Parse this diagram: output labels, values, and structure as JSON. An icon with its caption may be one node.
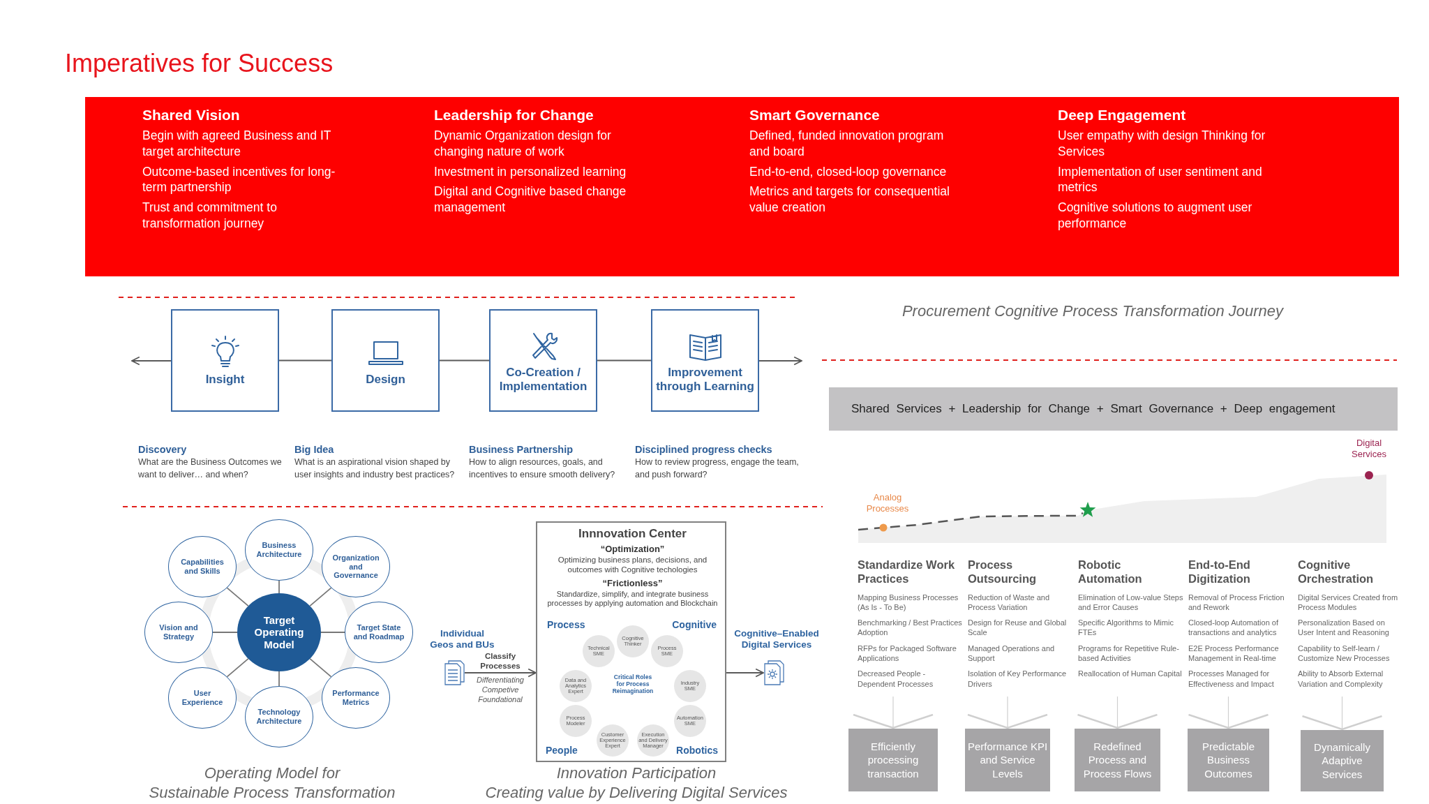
{
  "diagram": {
    "title": "Imperatives for Success",
    "nodes": [
      {
        "text": [
          "Shared Vision",
          "Begin with agreed Business and IT target architecture",
          "Outcome-based incentives for long-term partnership",
          "Trust and commitment to transformation journey",
          "Leadership for Change",
          "Dynamic Organization design for changing nature of work",
          "Investment in personalized learning",
          "Digital and Cognitive based change management",
          "Smart Governance",
          "Defined, funded innovation program and board",
          "End-to-end, closed-loop governance",
          "Metrics and targets for consequential value creation",
          "Deep Engagement",
          "User empathy with design Thinking for Services",
          "Implementation of user sentiment and metrics",
          "Cognitive solutions to augment user performance"
        ]
      },
      {
        "text": [
          "Insight"
        ],
        "beside": [
          "Discovery",
          "What are the Business Outcomes we want to deliver… and when?"
        ]
      },
      {
        "text": [
          "Design"
        ],
        "beside": [
          "Big Idea",
          "What is an aspirational vision shaped by user insights and industry best practices?"
        ]
      },
      {
        "text": [
          "Co-Creation / Implementation"
        ],
        "beside": [
          "Business Partnership",
          "How to align resources, goals, and incentives to ensure smooth delivery?"
        ]
      },
      {
        "text": [
          "Improvement through Learning"
        ],
        "beside": [
          "Disciplined progress checks",
          "How to review progress, engage the team, and push forward?"
        ]
      },
      {
        "text": [
          "Business Architecture"
        ]
      },
      {
        "text": [
          "Capabilities and Skills"
        ]
      },
      {
        "text": [
          "Organization and Governance"
        ]
      },
      {
        "text": [
          "Vision and Strategy"
        ]
      },
      {
        "text": [
          "Target Operating Model"
        ]
      },
      {
        "text": [
          "Target State and Roadmap"
        ]
      },
      {
        "text": [
          "User Experience"
        ]
      },
      {
        "text": [
          "Performance Metrics"
        ]
      },
      {
        "text": [
          "Technology Architecture"
        ]
      },
      {
        "text": [],
        "shape": "document",
        "beside": [
          "Individual Geos and BUs"
        ]
      },
      {
        "text": [
          "Innnovation Center",
          "“Optimization”",
          "Optimizing business plans, decisions, and outcomes with Cognitive techologies",
          "“Frictionless”",
          "Standardize, simplify, and integrate business processes by applying automation and Blockchain",
          "Process",
          "Cognitive",
          "Critical Roles for Process Reimagination",
          "People",
          "Robotics"
        ]
      },
      {
        "text": [
          "Technical SME"
        ],
        "in": 15
      },
      {
        "text": [
          "Cognitive Thinker"
        ],
        "in": 15
      },
      {
        "text": [
          "Process SME"
        ],
        "in": 15
      },
      {
        "text": [
          "Data and Analytics Expert"
        ],
        "in": 15
      },
      {
        "text": [
          "Industry SME"
        ],
        "in": 15
      },
      {
        "text": [
          "Process Modeler"
        ],
        "in": 15
      },
      {
        "text": [
          "Automation SME"
        ],
        "in": 15
      },
      {
        "text": [
          "Customer Experience Expert"
        ],
        "in": 15
      },
      {
        "text": [
          "Execution and Delivery Manager"
        ],
        "in": 15
      },
      {
        "text": [],
        "shape": "document",
        "beside": [
          "Cognitive–Enabled Digital Services"
        ]
      },
      {
        "text": [
          "Shared Services + Leadership for Change + Smart Governance + Deep engagement"
        ]
      },
      {
        "text": [
          "Standardize Work Practices",
          "Mapping Business Processes (As Is - To Be)",
          "Benchmarking / Best Practices Adoption",
          "RFPs for Packaged Software Applications",
          "Decreased People - Dependent Processes"
        ]
      },
      {
        "text": [
          "Process Outsourcing",
          "Reduction of Waste and Process Variation",
          "Design for Reuse and Global Scale",
          "Managed Operations and Support",
          "Isolation of Key Performance Drivers"
        ]
      },
      {
        "text": [
          "Robotic Automation",
          "Elimination of Low-value Steps and Error Causes",
          "Specific Algorithms to Mimic FTEs",
          "Programs for Repetitive Rule-based Activities",
          "Reallocation of Human Capital"
        ]
      },
      {
        "text": [
          "End-to-End Digitization",
          "Removal of Process Friction and Rework",
          "Closed-loop Automation of transactions and analytics",
          "E2E Process Performance Management in Real-time",
          "Processes Managed for Effectiveness and Impact"
        ]
      },
      {
        "text": [
          "Cognitive Orchestration",
          "Digital Services Created from Process Modules",
          "Personalization Based on User Intent and Reasoning",
          "Capability to Self-learn / Customize New Processes",
          "Ability to Absorb External Variation and Complexity"
        ]
      },
      {
        "text": [
          "Efficiently processing transaction"
        ]
      },
      {
        "text": [
          "Performance KPI and Service Levels"
        ]
      },
      {
        "text": [
          "Redefined Process and Process Flows"
        ]
      },
      {
        "text": [
          "Predictable Business Outcomes"
        ]
      },
      {
        "text": [
          "Dynamically Adaptive Services"
        ]
      }
    ],
    "edges": [
      {
        "from": 1,
        "to": null,
        "arrow": "to"
      },
      {
        "from": 1,
        "to": 2,
        "arrow": "none"
      },
      {
        "from": 2,
        "to": 3,
        "arrow": "none"
      },
      {
        "from": 3,
        "to": 4,
        "arrow": "none"
      },
      {
        "from": 4,
        "to": null,
        "arrow": "to"
      },
      {
        "from": 9,
        "to": 5,
        "arrow": "none"
      },
      {
        "from": 9,
        "to": 6,
        "arrow": "none"
      },
      {
        "from": 9,
        "to": 7,
        "arrow": "none"
      },
      {
        "from": 9,
        "to": 8,
        "arrow": "none"
      },
      {
        "from": 9,
        "to": 10,
        "arrow": "none"
      },
      {
        "from": 9,
        "to": 11,
        "arrow": "none"
      },
      {
        "from": 9,
        "to": 12,
        "arrow": "none"
      },
      {
        "from": 9,
        "to": 13,
        "arrow": "none"
      },
      {
        "from": 14,
        "to": 15,
        "arrow": "to",
        "label": "Classify Processes"
      },
      {
        "from": 15,
        "to": 25,
        "arrow": "to"
      },
      {
        "from": 27,
        "to": 32,
        "arrow": "to",
        "color": "#cfcfcf"
      },
      {
        "from": 28,
        "to": 33,
        "arrow": "to",
        "color": "#cfcfcf"
      },
      {
        "from": 29,
        "to": 34,
        "arrow": "to",
        "color": "#cfcfcf"
      },
      {
        "from": 30,
        "to": 35,
        "arrow": "to",
        "color": "#cfcfcf"
      },
      {
        "from": 31,
        "to": 36,
        "arrow": "to",
        "color": "#cfcfcf"
      }
    ],
    "labels": [
      "Procurement Cognitive Process Transformation Journey",
      "Digital Services",
      "Analog Processes",
      "Differentiating",
      "Competive",
      "Foundational",
      "Operating Model for",
      "Sustainable Process Transformation",
      "Innovation Participation",
      "Creating value by Delivering Digital Services"
    ]
  }
}
